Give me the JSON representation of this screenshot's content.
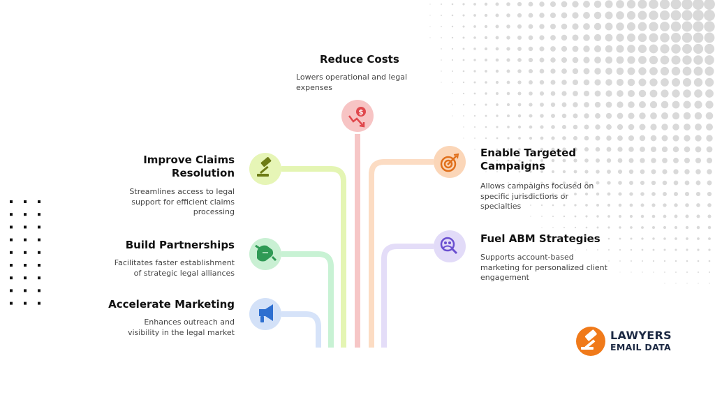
{
  "colors": {
    "reduce_costs": "#f0a8a8",
    "claims": "#dff2a3",
    "partnerships": "#b9eec9",
    "marketing": "#c7d9f7",
    "targeted": "#fbd3b3",
    "abm": "#ddd5f7",
    "logo_orange": "#f07a1a",
    "logo_text": "#1d2a44"
  },
  "items": {
    "reduce_costs": {
      "title": "Reduce Costs",
      "desc": [
        "Lowers operational and legal",
        "expenses"
      ],
      "icon": "dollar-down-icon"
    },
    "improve_claims": {
      "title": [
        "Improve Claims",
        "Resolution"
      ],
      "desc": [
        "Streamlines access to legal",
        "support for efficient claims",
        "processing"
      ],
      "icon": "gavel-icon"
    },
    "build_partnerships": {
      "title": "Build Partnerships",
      "desc": [
        "Facilitates faster establishment",
        "of strategic legal alliances"
      ],
      "icon": "handshake-icon"
    },
    "accelerate_marketing": {
      "title": "Accelerate Marketing",
      "desc": [
        "Enhances outreach and",
        "visibility in the legal market"
      ],
      "icon": "megaphone-icon"
    },
    "enable_targeted": {
      "title": [
        "Enable Targeted",
        "Campaigns"
      ],
      "desc": [
        "Allows campaigns focused on",
        "specific jurisdictions or",
        "specialties"
      ],
      "icon": "target-icon"
    },
    "fuel_abm": {
      "title": "Fuel ABM Strategies",
      "desc": [
        "Supports account-based",
        "marketing for personalized client",
        "engagement"
      ],
      "icon": "search-people-icon"
    }
  },
  "logo": {
    "line1": "LAWYERS",
    "line2": "EMAIL DATA",
    "icon": "gavel-logo-icon"
  }
}
